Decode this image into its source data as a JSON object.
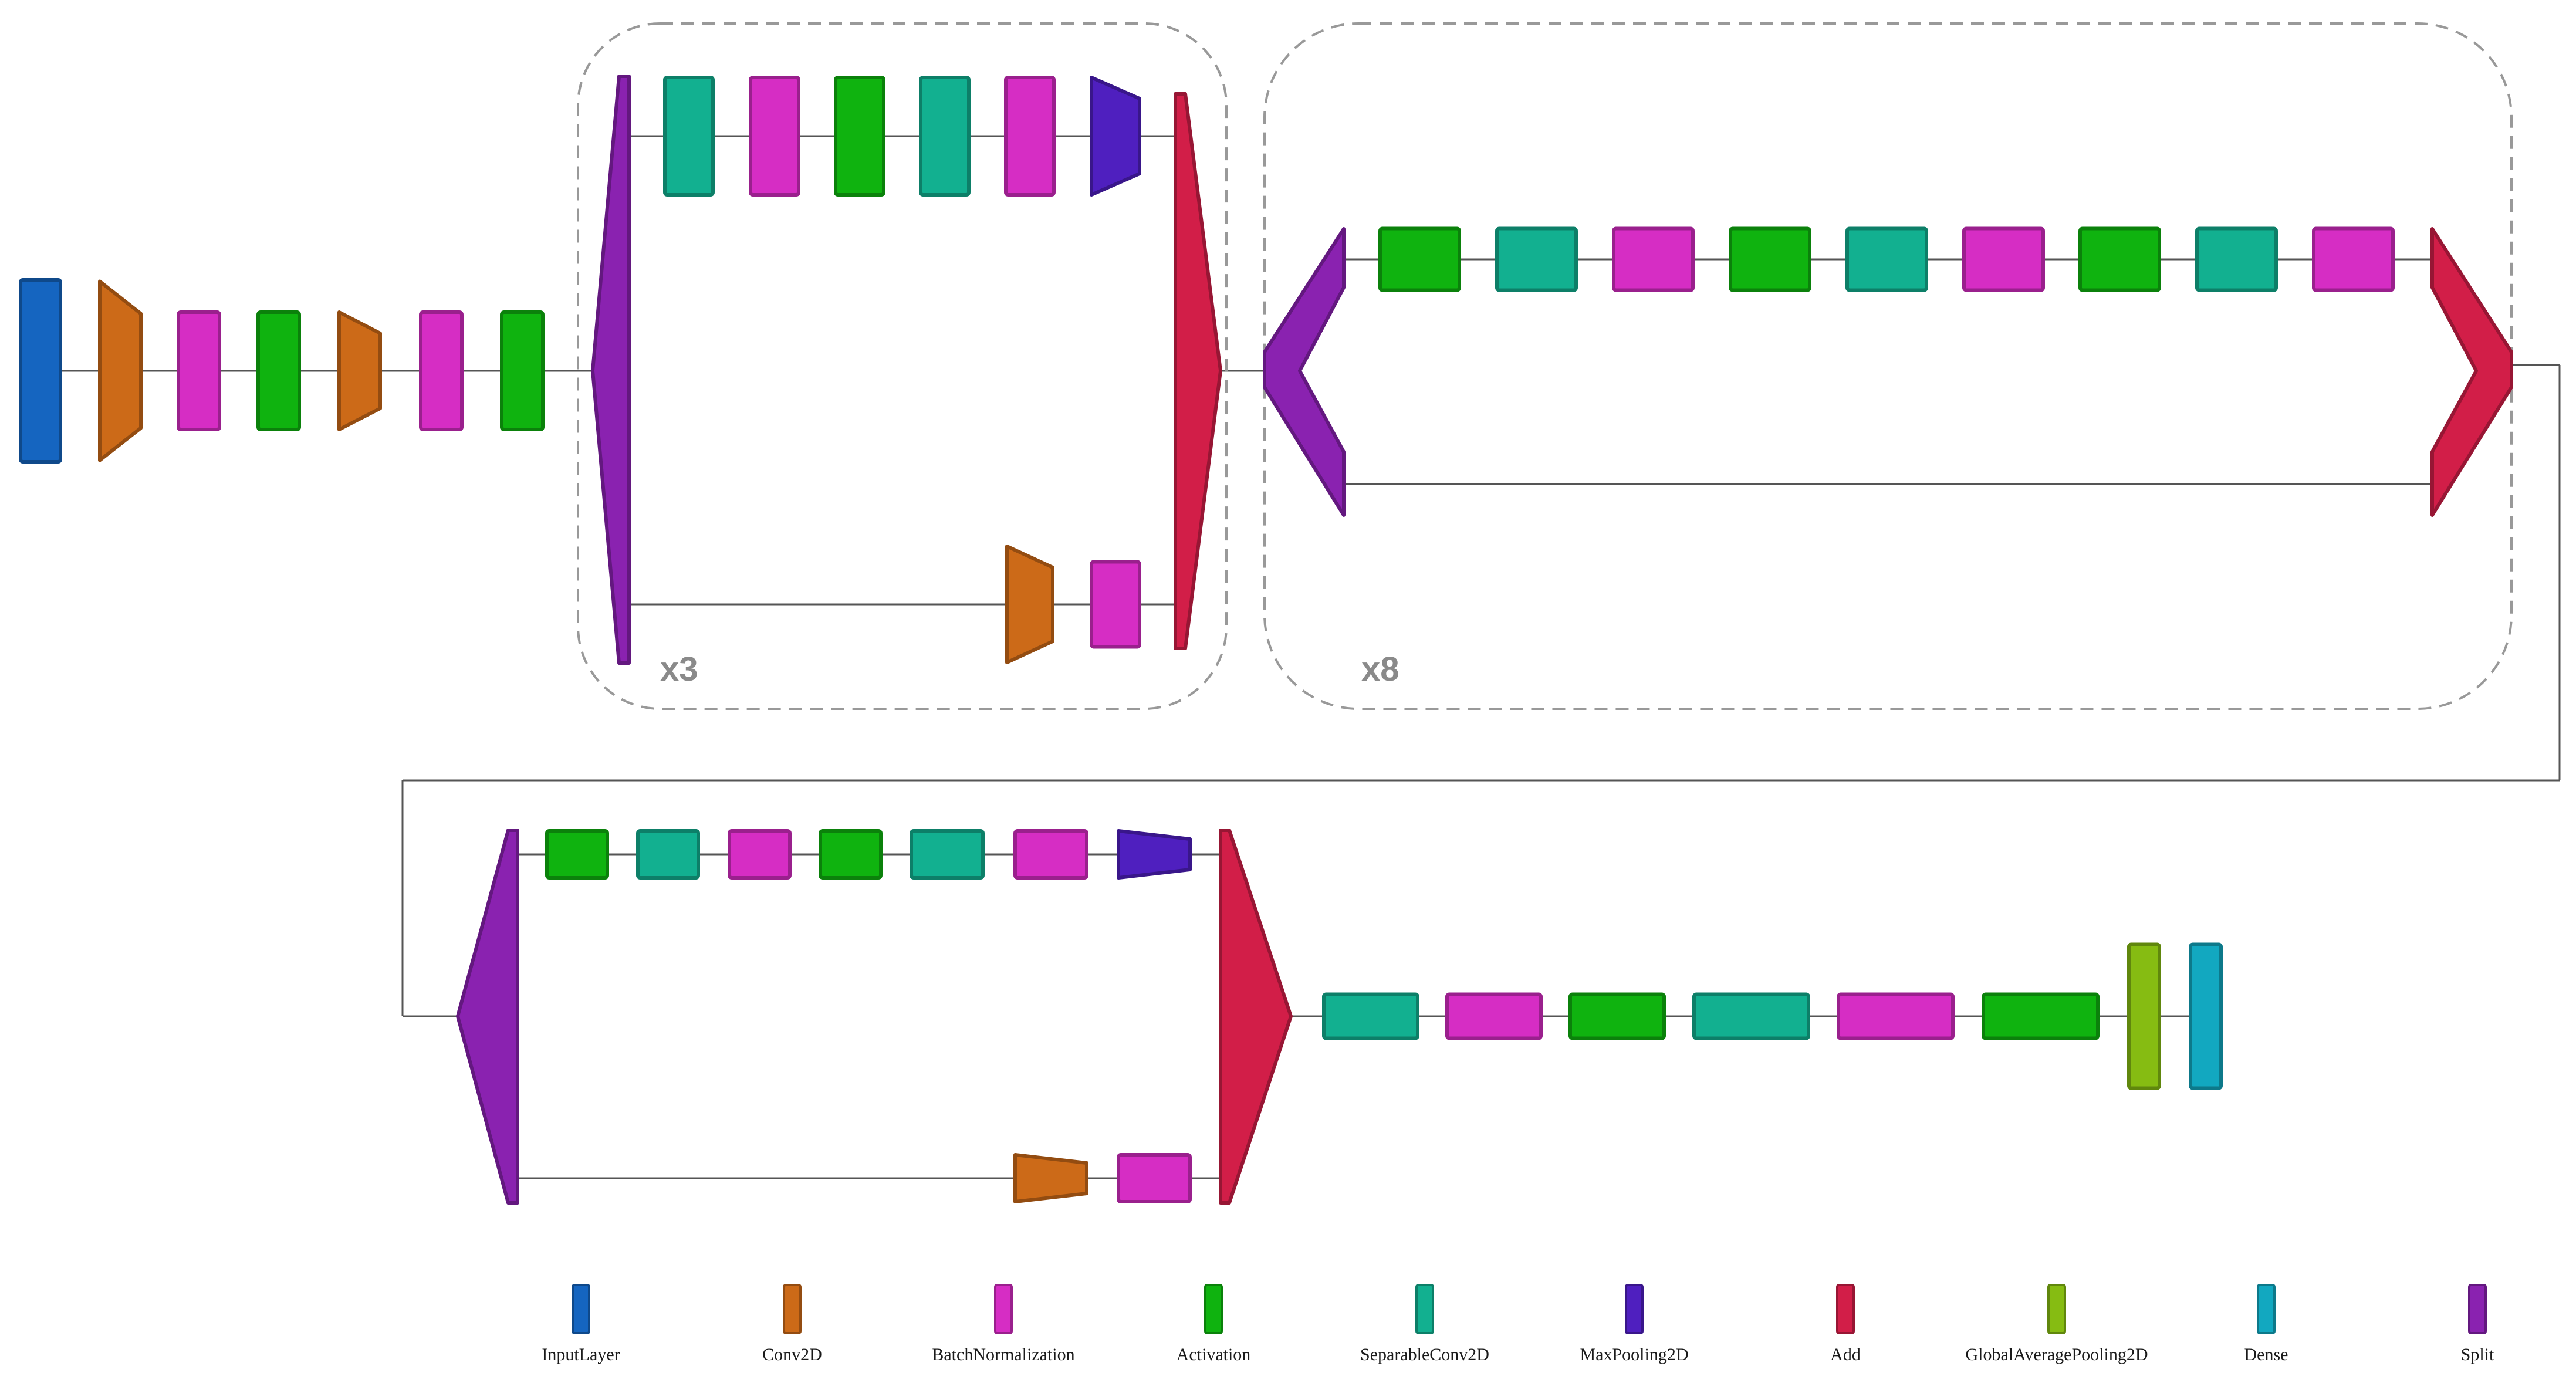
{
  "layer_types": {
    "InputLayer": {
      "label": "InputLayer",
      "color": "#1565C0"
    },
    "Conv2D": {
      "label": "Conv2D",
      "color": "#CC6A18"
    },
    "BatchNormalization": {
      "label": "BatchNormalization",
      "color": "#D62DC4"
    },
    "Activation": {
      "label": "Activation",
      "color": "#0FB30F"
    },
    "SeparableConv2D": {
      "label": "SeparableConv2D",
      "color": "#12B090"
    },
    "MaxPooling2D": {
      "label": "MaxPooling2D",
      "color": "#4F1FBF"
    },
    "Add": {
      "label": "Add",
      "color": "#D21E48"
    },
    "GlobalAveragePooling2D": {
      "label": "GlobalAveragePooling2D",
      "color": "#86BC12"
    },
    "Dense": {
      "label": "Dense",
      "color": "#12A8C0"
    },
    "Split": {
      "label": "Split",
      "color": "#8A22B0"
    }
  },
  "legend": [
    "InputLayer",
    "Conv2D",
    "BatchNormalization",
    "Activation",
    "SeparableConv2D",
    "MaxPooling2D",
    "Add",
    "GlobalAveragePooling2D",
    "Dense",
    "Split"
  ],
  "stem": [
    "InputLayer",
    "Conv2D",
    "BatchNormalization",
    "Activation",
    "Conv2D",
    "BatchNormalization",
    "Activation"
  ],
  "entry_block": {
    "repeat_label": "x3",
    "main_path": [
      "SeparableConv2D",
      "BatchNormalization",
      "Activation",
      "SeparableConv2D",
      "BatchNormalization",
      "MaxPooling2D"
    ],
    "shortcut_path": [
      "Conv2D",
      "BatchNormalization"
    ]
  },
  "middle_block": {
    "repeat_label": "x8",
    "main_path": [
      "Activation",
      "SeparableConv2D",
      "BatchNormalization",
      "Activation",
      "SeparableConv2D",
      "BatchNormalization",
      "Activation",
      "SeparableConv2D",
      "BatchNormalization"
    ]
  },
  "exit_block": {
    "main_path": [
      "Activation",
      "SeparableConv2D",
      "BatchNormalization",
      "Activation",
      "SeparableConv2D",
      "BatchNormalization",
      "MaxPooling2D"
    ],
    "shortcut_path": [
      "Conv2D",
      "BatchNormalization"
    ]
  },
  "head": [
    "SeparableConv2D",
    "BatchNormalization",
    "Activation",
    "SeparableConv2D",
    "BatchNormalization",
    "Activation",
    "GlobalAveragePooling2D",
    "Dense"
  ]
}
